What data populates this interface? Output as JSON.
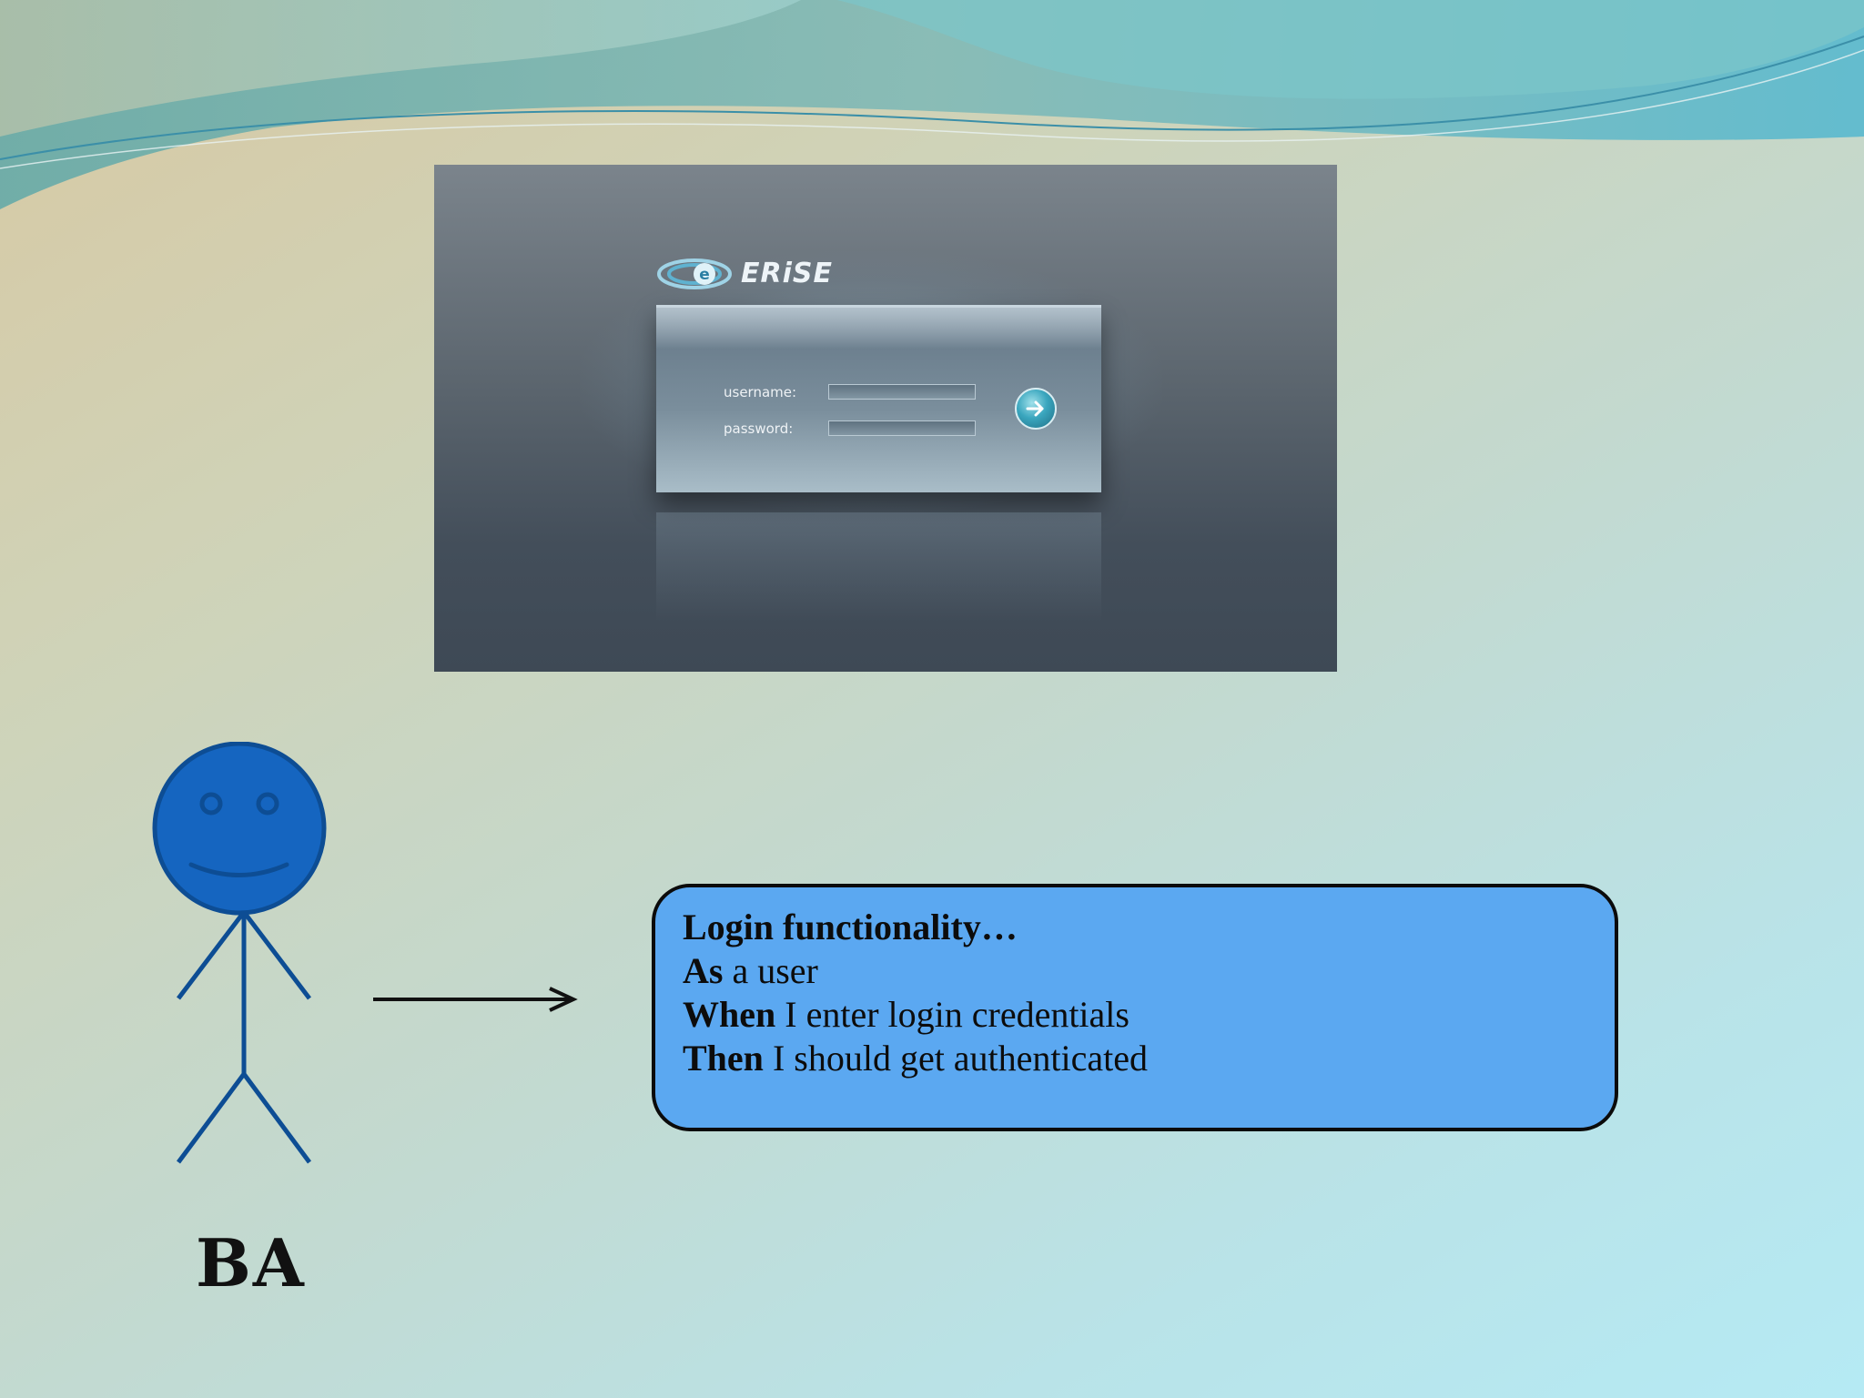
{
  "screenshot": {
    "logo_text": "ERiSE",
    "username_label": "username:",
    "password_label": "password:",
    "submit_icon": "arrow-right-icon"
  },
  "actor": {
    "label": "BA",
    "color": "#1565c0"
  },
  "story": {
    "title": "Login functionality…",
    "lines": [
      {
        "keyword": "As",
        "text": " a user"
      },
      {
        "keyword": "When",
        "text": " I enter login credentials"
      },
      {
        "keyword": "Then",
        "text": " I should get authenticated"
      }
    ],
    "box_color": "#5ba8f1"
  }
}
